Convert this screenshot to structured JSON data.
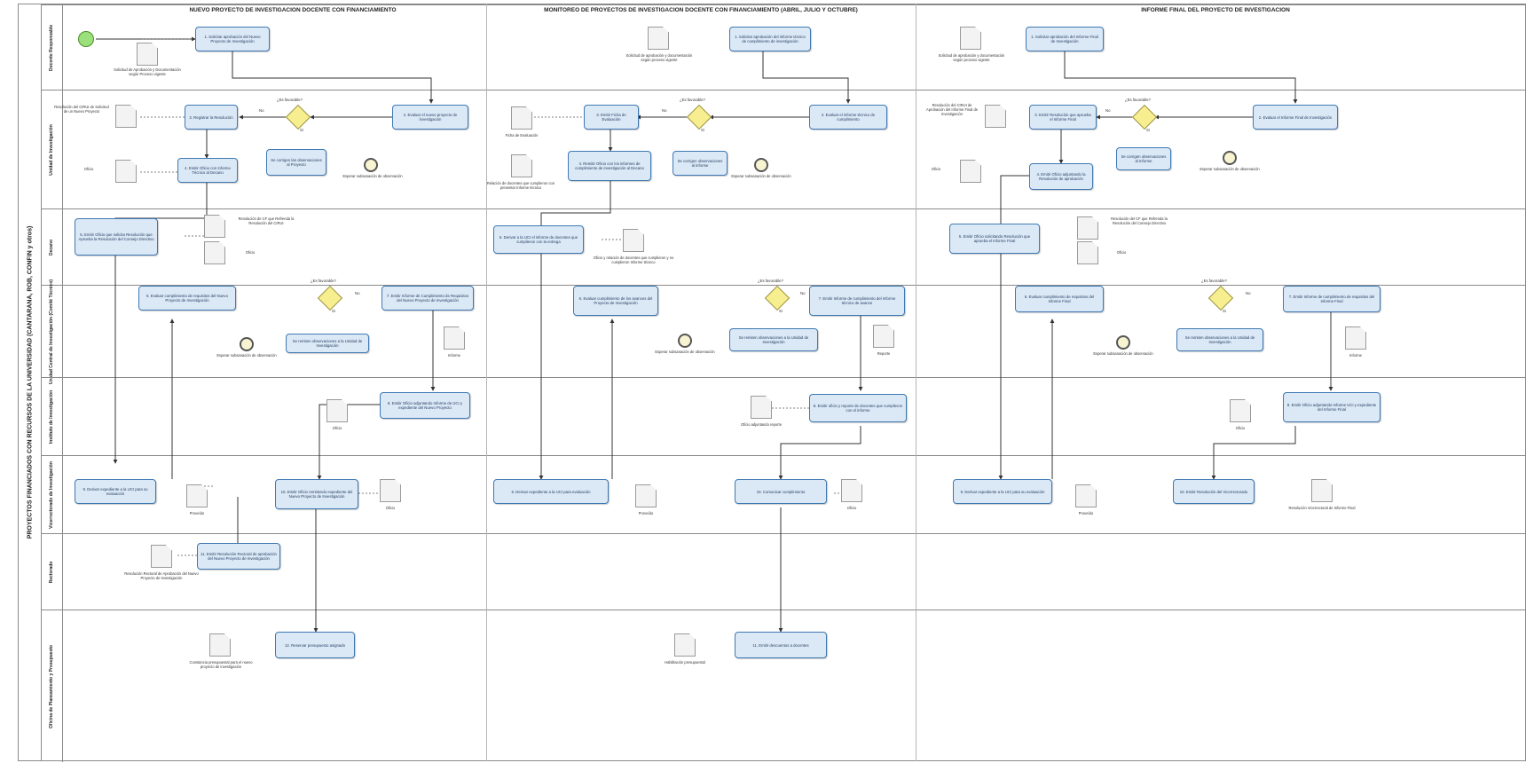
{
  "pool_title": "PROYECTOS FINANCIADOS CON RECURSOS DE LA UNIVERSIDAD (CANTARANA, ROB, CONFIN y otros)",
  "phases": [
    {
      "title": "NUEVO PROYECTO DE INVESTIGACION DOCENTE CON FINANCIAMIENTO"
    },
    {
      "title": "MONITOREO DE PROYECTOS DE INVESTIGACION DOCENTE CON FINANCIAMIENTO (ABRIL, JULIO Y OCTUBRE)"
    },
    {
      "title": "INFORME FINAL DEL PROYECTO DE INVESTIGACION"
    }
  ],
  "lanes": [
    {
      "label": "Docente Responsable"
    },
    {
      "label": "Unidad de Investigación"
    },
    {
      "label": "Decano"
    },
    {
      "label": "Unidad Central de Investigación (Comité Técnico)"
    },
    {
      "label": "Instituto de Investigación"
    },
    {
      "label": "Vicerrectorado de Investigación"
    },
    {
      "label": "Rectorado"
    },
    {
      "label": "Oficina de Planeamiento y Presupuesto"
    }
  ],
  "gateway_label": "¿Es favorable?",
  "branch_yes": "Si",
  "branch_no": "No",
  "tasks": [
    "1. Solicitar aprobación del Nuevo Proyecto de Investigación",
    "2. Evaluar el nuevo proyecto de investigación",
    "3. Registrar la Resolución",
    "4. Emitir Oficio con Informe Técnico al Decano",
    "5. Emitir Oficio que solicita Resolución que Aprueba la Resolución del Consejo Directivo",
    "6. Evaluar cumplimiento de requisitos del Nuevo Proyecto de Investigación",
    "7. Emitir Informe de Cumplimiento de Requisitos del Nuevo Proyecto de Investigación",
    "8. Emitir Oficio adjuntando Informe de UCI y expediente del Nuevo Proyecto",
    "9. Derivar expediente a la UCI para su evaluación",
    "10. Emitir Oficio remitiendo expediente del Nuevo Proyecto de Investigación",
    "11. Emitir Resolución Rectoral de aprobación del Nuevo Proyecto de Investigación",
    "12. Reservar presupuesto asignado",
    "Se corrigen las observaciones al Proyecto",
    "Se remiten observaciones a la Unidad de Investigación",
    "1. Solicitar aprobación del informe técnico de cumplimiento de investigación",
    "2. Evaluar el informe técnico de cumplimiento",
    "3. Emitir Ficha de Evaluación",
    "4. Remitir Oficio con los informes de cumplimiento de investigación al Decano",
    "5. Derivar a la UCI el informe de docentes que cumplieron con la entrega",
    "6. Evaluar cumplimiento de los avances del Proyecto de Investigación",
    "7. Emitir Informe de cumplimiento del Informe técnico de avance",
    "8. Emitir oficio y reporte de docentes que cumplieron con el informe",
    "9. Derivar expediente a la UCI para evaluación",
    "10. Comunicar cumplimiento",
    "11. Emitir descuentos a docentes",
    "Se remiten observaciones a la Unidad de Investigación",
    "Se corrigen observaciones al informe",
    "1. Solicitar aprobación del Informe Final de Investigación",
    "2. Evaluar el Informe Final de Investigación",
    "3. Emitir Resolución que aprueba el Informe Final",
    "4. Emitir Oficio adjuntando la Resolución de aprobación",
    "5. Emitir Oficio solicitando Resolución que aprueba el Informe Final",
    "6. Evaluar cumplimiento de requisitos del Informe Final",
    "7. Emitir Informe de cumplimiento de requisitos del Informe Final",
    "8. Emitir Oficio adjuntando Informe UCI y expediente del Informe Final",
    "9. Derivar expediente a la UCI para su evaluación",
    "10. Emitir Resolución del Vicerrectorado",
    "Se corrigen observaciones al Informe",
    "Se remiten observaciones a la Unidad de Investigación"
  ],
  "documents": [
    "Solicitud de Aprobación y Documentación según Proceso vigente",
    "Resolución del CIRUI de Solicitud de un Nuevo Proyecto",
    "Oficio",
    "Resolución de CF que Refrenda la Resolución del CIRUI",
    "Oficio",
    "Informe",
    "Oficio",
    "Proveído",
    "Oficio",
    "Resolución Rectoral de Aprobación del Nuevo Proyecto de Investigación",
    "Constancia presupuestal para el nuevo proyecto de investigación",
    "Solicitud de aprobación y documentación según proceso vigente",
    "Ficha de Evaluación",
    "Relación de docentes que cumplieron con presentar Informe técnico",
    "Oficio y relación de docentes que cumplieron y no cumplieron Informe técnico",
    "Reporte",
    "Oficio adjuntando reporte",
    "Proveído",
    "Oficio",
    "Habilitación presupuestal",
    "Solicitud de aprobación y documentación según proceso vigente",
    "Resolución del CIRUI de Aprobación del Informe Final de Investigación",
    "Oficio",
    "Resolución del CF que Refrenda la Resolución del Consejo Directivo",
    "Oficio",
    "Informe",
    "Oficio",
    "Proveído",
    "Resolución Vicerrectoral de Informe Final"
  ],
  "end_events": [
    "Esperar subsanación de observación",
    "Esperar subsanación de observación",
    "Esperar subsanación de observación",
    "Esperar subsanación de observación",
    "Esperar subsanación de observación",
    "Esperar subsanación de observación"
  ]
}
